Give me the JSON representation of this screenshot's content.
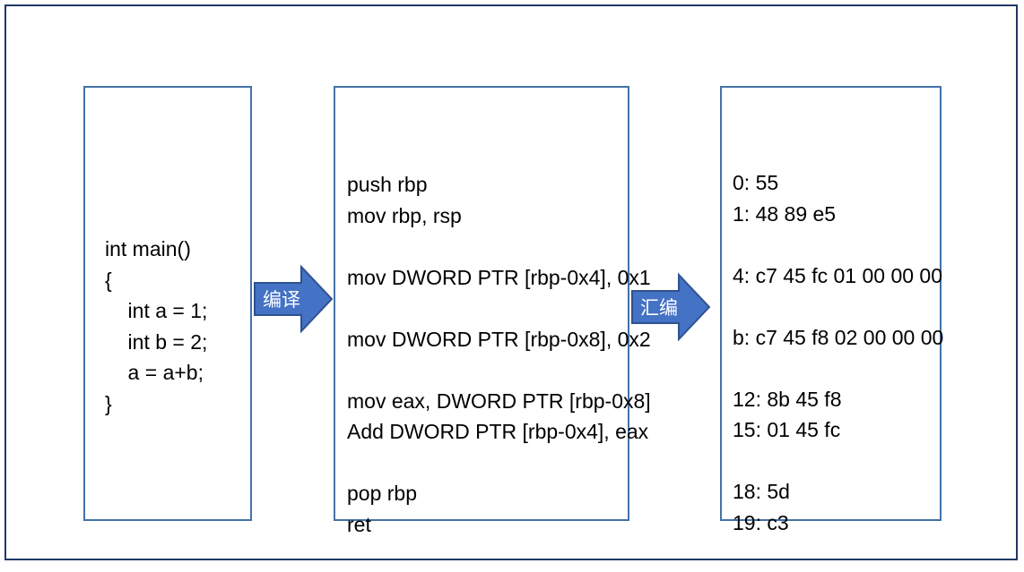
{
  "slide": {
    "frame_color": "#1f3864",
    "box_border_color": "#4472a8",
    "arrow_fill_color": "#4472c4",
    "arrow_outline_color": "#2f528f",
    "arrow_label_color": "#ffffff",
    "background_color": "#ffffff"
  },
  "boxes": {
    "source": {
      "title": "c-source-code",
      "code": "int main()\n{\n    int a = 1;\n    int b = 2;\n    a = a+b;\n}"
    },
    "assembly": {
      "title": "assembly-code",
      "code": "push rbp\nmov rbp, rsp\n\nmov DWORD PTR [rbp-0x4], 0x1\n\nmov DWORD PTR [rbp-0x8], 0x2\n\nmov eax, DWORD PTR [rbp-0x8]\nAdd DWORD PTR [rbp-0x4], eax\n\npop rbp\nret"
    },
    "machine": {
      "title": "machine-code",
      "code": "0: 55\n1: 48 89 e5\n\n4: c7 45 fc 01 00 00 00\n\nb: c7 45 f8 02 00 00 00\n\n12: 8b 45 f8\n15: 01 45 fc\n\n18: 5d\n19: c3"
    }
  },
  "arrows": [
    {
      "label": "编译"
    },
    {
      "label": "汇编"
    }
  ]
}
